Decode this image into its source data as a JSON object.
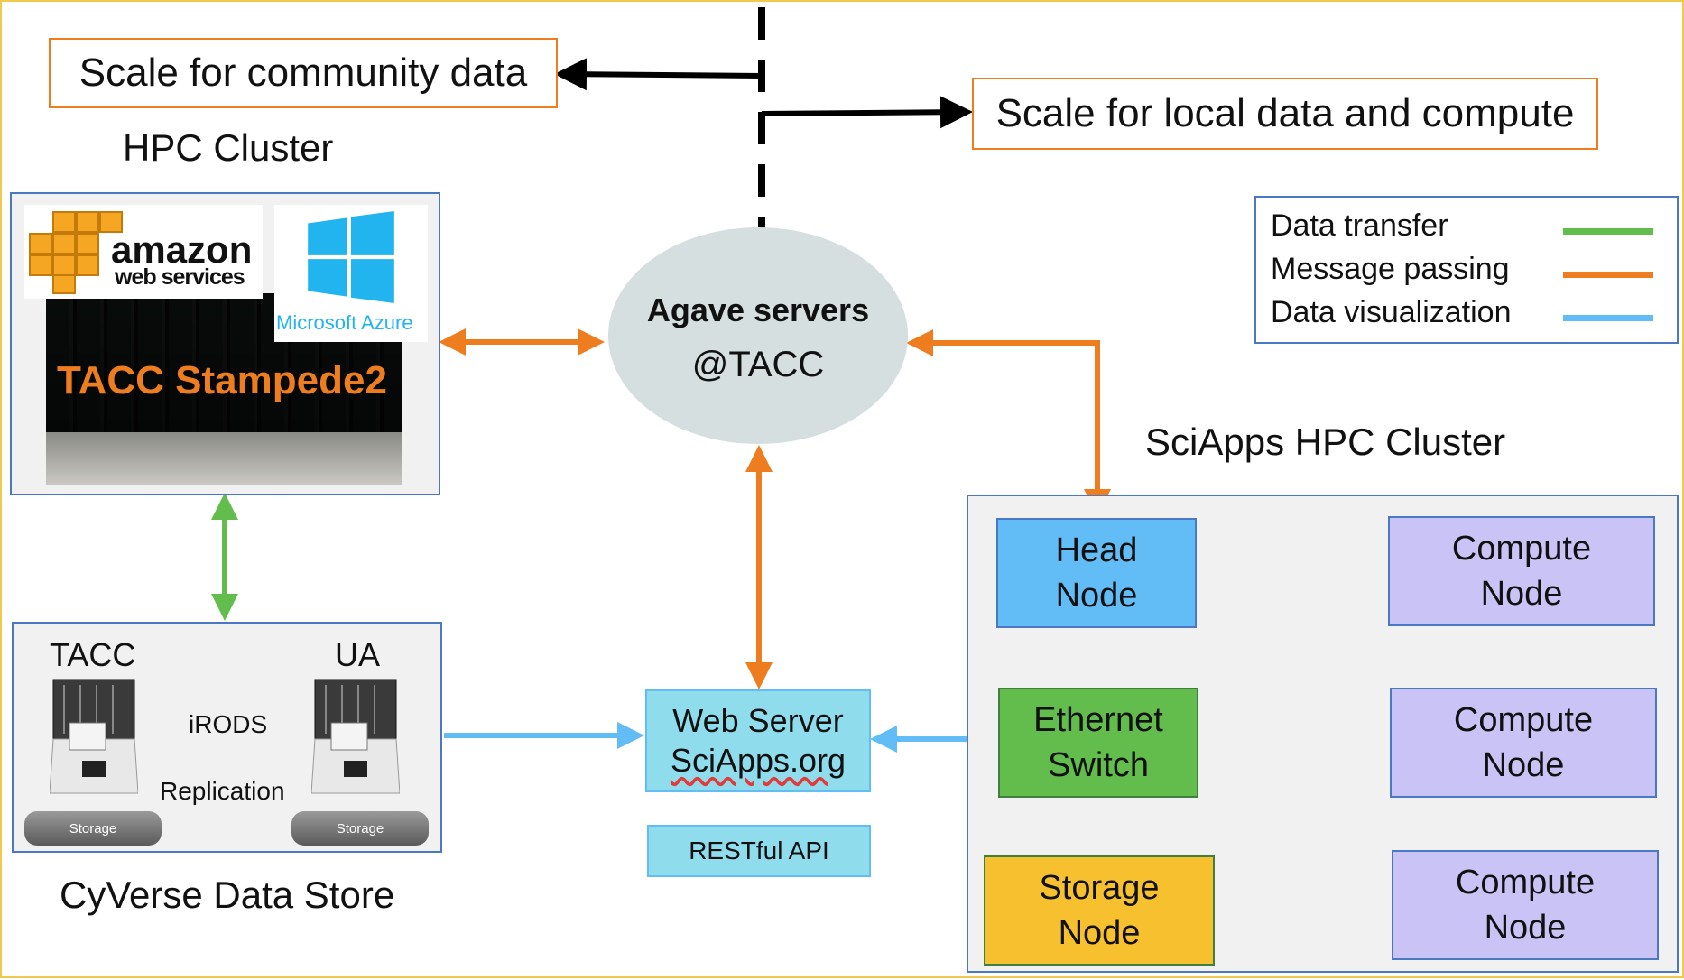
{
  "scale": {
    "community": "Scale for community data",
    "local": "Scale for local data and compute"
  },
  "hpc": {
    "title": "HPC Cluster",
    "amazon_line1": "amazon",
    "amazon_line2": "web services",
    "azure": "Microsoft Azure",
    "stampede": "TACC Stampede2"
  },
  "agave": {
    "line1": "Agave servers",
    "line2": "@TACC"
  },
  "legend": {
    "items": [
      {
        "label": "Data transfer",
        "color": "#63bd4c"
      },
      {
        "label": "Message passing",
        "color": "#ee7d1f"
      },
      {
        "label": "Data visualization",
        "color": "#62bdf7"
      }
    ]
  },
  "sciapps": {
    "title": "SciApps HPC Cluster",
    "head": [
      "Head",
      "Node"
    ],
    "switch": [
      "Ethernet",
      "Switch"
    ],
    "storage": [
      "Storage",
      "Node"
    ],
    "compute": [
      "Compute",
      "Node"
    ]
  },
  "cyverse": {
    "title": "CyVerse Data Store",
    "tacc": "TACC",
    "ua": "UA",
    "irods": "iRODS",
    "replication": "Replication",
    "storage": "Storage"
  },
  "web": {
    "line1": "Web Server",
    "line2": "SciApps.org",
    "api": "RESTful API"
  },
  "colors": {
    "green": "#63bd4c",
    "orange": "#ee7d1f",
    "blue": "#62bdf7",
    "panel_border": "#4a78c2",
    "frame": "#f2c94c"
  }
}
